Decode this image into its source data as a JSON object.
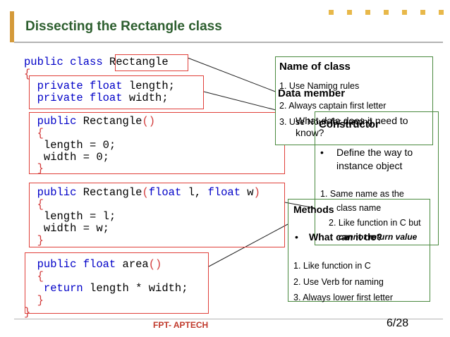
{
  "slide": {
    "title": "Dissecting the Rectangle class",
    "footer": "FPT- APTECH",
    "page": "6/28"
  },
  "code": {
    "l1_a": "public class ",
    "l1_b": "Rectangle",
    "l2": "{",
    "l3_a": "  private float ",
    "l3_b": "length;",
    "l4_a": "  private float ",
    "l4_b": "width;",
    "l5_a": "  public ",
    "l5_b": "Rectangle",
    "l5_c": "()",
    "l6": "  {",
    "l7": "   length = 0;",
    "l8": "   width = 0;",
    "l9": "  }",
    "l10_a": "  public ",
    "l10_b": "Rectangle",
    "l10_c": "(",
    "l10_d": "float",
    "l10_e": " l, ",
    "l10_f": "float",
    "l10_g": " w",
    "l10_h": ")",
    "l11": "  {",
    "l12": "   length = l;",
    "l13": "   width = w;",
    "l14": "  }",
    "l15_a": "  public float ",
    "l15_b": "area",
    "l15_c": "()",
    "l16": "  {",
    "l17_a": "   return ",
    "l17_b": "length * width;",
    "l18": "  }",
    "l19": "}"
  },
  "callouts": {
    "name_of_class": {
      "title": "Name of class",
      "item1": "1.  Use Naming rules",
      "item2": "2.  Always captain first letter",
      "item3": "3.  Use Noun for naming"
    },
    "data_member": {
      "title": "Data member",
      "question_a": "What data does it need to",
      "question_b": "know?"
    },
    "constructor": {
      "title": "Constructor",
      "bullet": "•",
      "desc_a": "Define the way to",
      "desc_b": "instance object",
      "item1_a": "1.  Same name as the",
      "item1_b": "class name",
      "item2_a": "2.  Like function in C but",
      "item2_b": "cannot return value"
    },
    "methods": {
      "title": "Methods",
      "bullet": "•",
      "question": "What can it do?",
      "item1": "1.  Like function in C",
      "item2": "2.  Use Verb for naming",
      "item3": "3.  Always lower first letter"
    }
  },
  "colors": {
    "keyword": "#0000c8",
    "bracket": "#d23a3a",
    "title": "#2c5e2e",
    "highlight_box": "#e0403a",
    "callout_border": "#4a8a3f",
    "footer": "#c0392b"
  }
}
